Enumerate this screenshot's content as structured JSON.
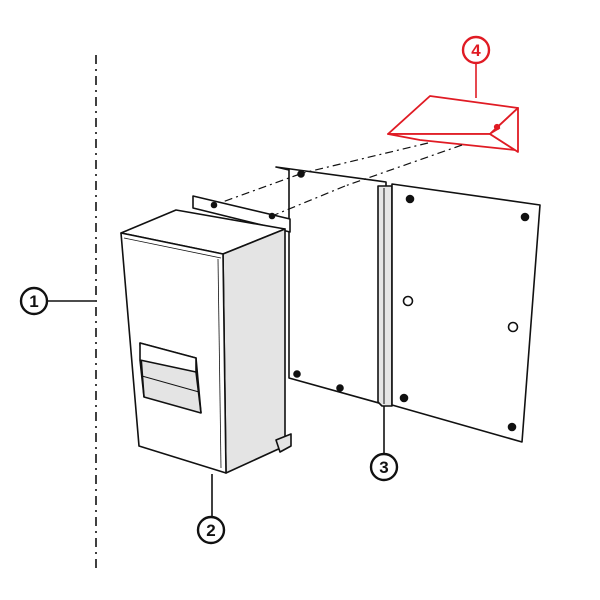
{
  "colors": {
    "line": "#111111",
    "highlight": "#e01b24",
    "background": "#ffffff",
    "panel_fill": "#ffffff",
    "shade": "#dcdcdc"
  },
  "callouts": {
    "wall_plane": "1",
    "enclosure": "2",
    "mounting_panel": "3",
    "cover_flap": "4"
  },
  "highlighted_part": "4"
}
